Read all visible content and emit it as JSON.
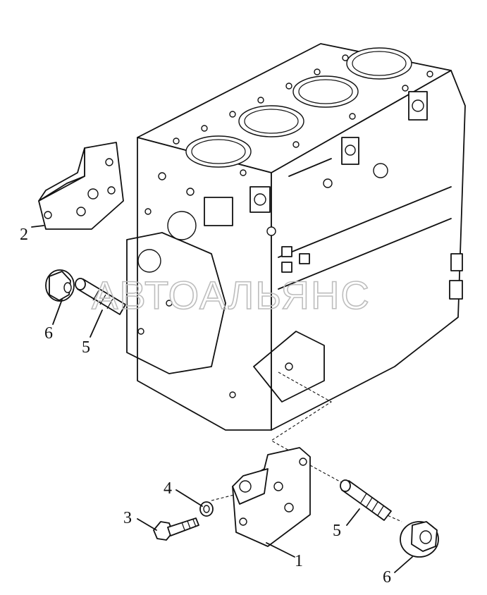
{
  "diagram": {
    "watermark": "АВТОАЛЬЯНС",
    "callouts": [
      {
        "id": "c1",
        "label": "1"
      },
      {
        "id": "c2",
        "label": "2"
      },
      {
        "id": "c3",
        "label": "3"
      },
      {
        "id": "c4",
        "label": "4"
      },
      {
        "id": "c5a",
        "label": "5"
      },
      {
        "id": "c5b",
        "label": "5"
      },
      {
        "id": "c6a",
        "label": "6"
      },
      {
        "id": "c6b",
        "label": "6"
      }
    ]
  }
}
